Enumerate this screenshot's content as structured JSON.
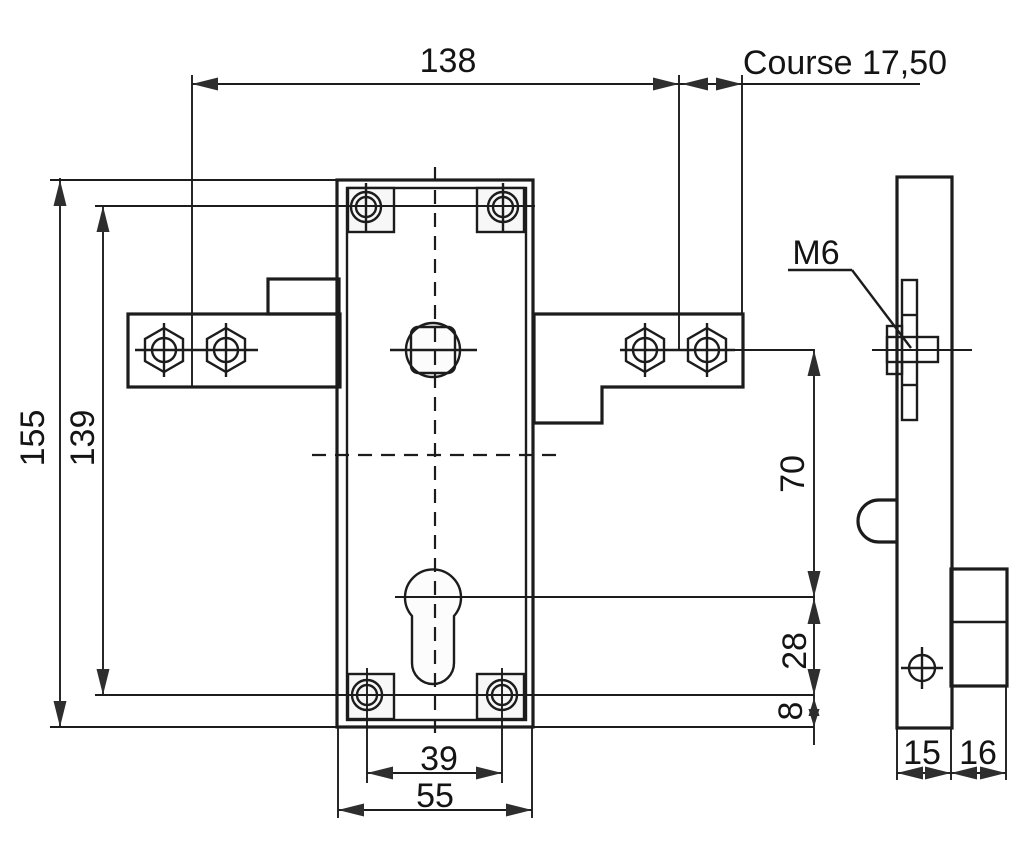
{
  "drawing": {
    "dims": {
      "top_width": "138",
      "course": "Course 17,50",
      "thread": "M6",
      "overall_height": "155",
      "screw_height": "139",
      "cyl_offset": "70",
      "screw_offset": "28",
      "edge_offset": "8",
      "screw_spacing": "39",
      "body_width": "55",
      "plate_depth": "15",
      "bolt_depth": "16"
    },
    "colors": {
      "line": "#1c1c1c",
      "arrow": "#2e2e2e",
      "metal_light": "#fbfbfb",
      "metal_dark": "#cccccc",
      "bar_light": "#f6f6f6",
      "bar_dark": "#d9d9d9",
      "plate_light": "#f3f3f3",
      "plate_dark": "#d0d0d0",
      "brass_light": "#fcf5d0",
      "brass_dark": "#deb73e",
      "background": "#ffffff"
    }
  }
}
